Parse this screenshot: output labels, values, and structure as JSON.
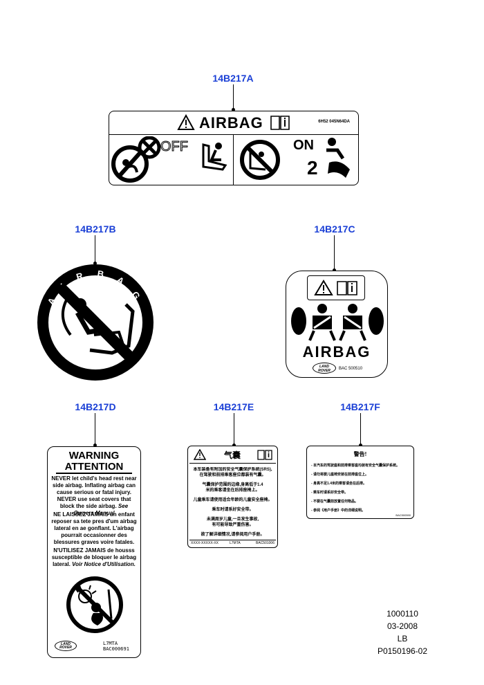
{
  "callouts": {
    "a": "14B217A",
    "b": "14B217B",
    "c": "14B217C",
    "d": "14B217D",
    "e": "14B217E",
    "f": "14B217F"
  },
  "label_a": {
    "title": "AIRBAG",
    "code": "6H52 045N64DA",
    "off": "OFF",
    "on": "ON",
    "two": "2"
  },
  "label_b": {
    "arc_text": "AIRBAG"
  },
  "label_c": {
    "title": "AIRBAG",
    "brand_line1": "LAND",
    "brand_line2": "ROVER",
    "code": "BAC 500510"
  },
  "label_d": {
    "warning": "WARNING",
    "attention": "ATTENTION",
    "en_para": "NEVER let child's head rest near side airbag. Inflating airbag can cause serious or fatal injury. NEVER use seat covers that block the side airbag.",
    "en_manual": "See Owners Manual",
    "fr_para1": "NE LAISSEZ JAMAIS un enfant reposer sa tete pres d'um airbag lateral en ae gonflant. L'airbag pourrait occasionner des blessures graves voire fatales.",
    "fr_para2": "N'UTILISEZ JAMAIS de housss susceptible de bloquer le airbag lateral.",
    "fr_manual": "Voir Notice d'Utilisation.",
    "brand_line1": "LAND",
    "brand_line2": "ROVER",
    "code1": "L7MTA",
    "code2": "BAC000691"
  },
  "label_e": {
    "header_cn": "气囊",
    "lines": [
      "本车装备有附加的安全气囊保护系统(SRS),",
      "在驾驶和前排乘客座位都装有气囊。",
      "气囊保护范围的边缘,身高低于1.4",
      "米的乘客请坐在后排座椅上。",
      "儿童乘车请使用适合年龄的儿童安全座椅。",
      "乘车时请系好安全带。",
      "未满周岁儿童,一旦发生事故,",
      "有可能导致严重伤害。",
      "欲了解详细情况,请参阅用户手册。"
    ],
    "footer_left": "XXXX-XXXXX-XX",
    "footer_mid": "L7MTA",
    "footer_right": "BAC501006"
  },
  "label_f": {
    "title": "警告!",
    "items": [
      "- 本汽车的驾驶座和前排乘客座均装有安全气囊保护系统。",
      "- 请勿将婴儿座椅安装在前排座位上。",
      "- 身高不足1.4米的乘客请坐在后排。",
      "- 乘车时请系好安全带。",
      "- 不要在气囊前放置任何物品。",
      "- 参阅《用户手册》中的详细说明。"
    ],
    "code": "BAC500590"
  },
  "reference": {
    "line1": "1000110",
    "line2": "03-2008",
    "line3": "LB",
    "line4": "P0150196-02"
  },
  "colors": {
    "callout": "#1a3fd6",
    "ink": "#000000"
  }
}
